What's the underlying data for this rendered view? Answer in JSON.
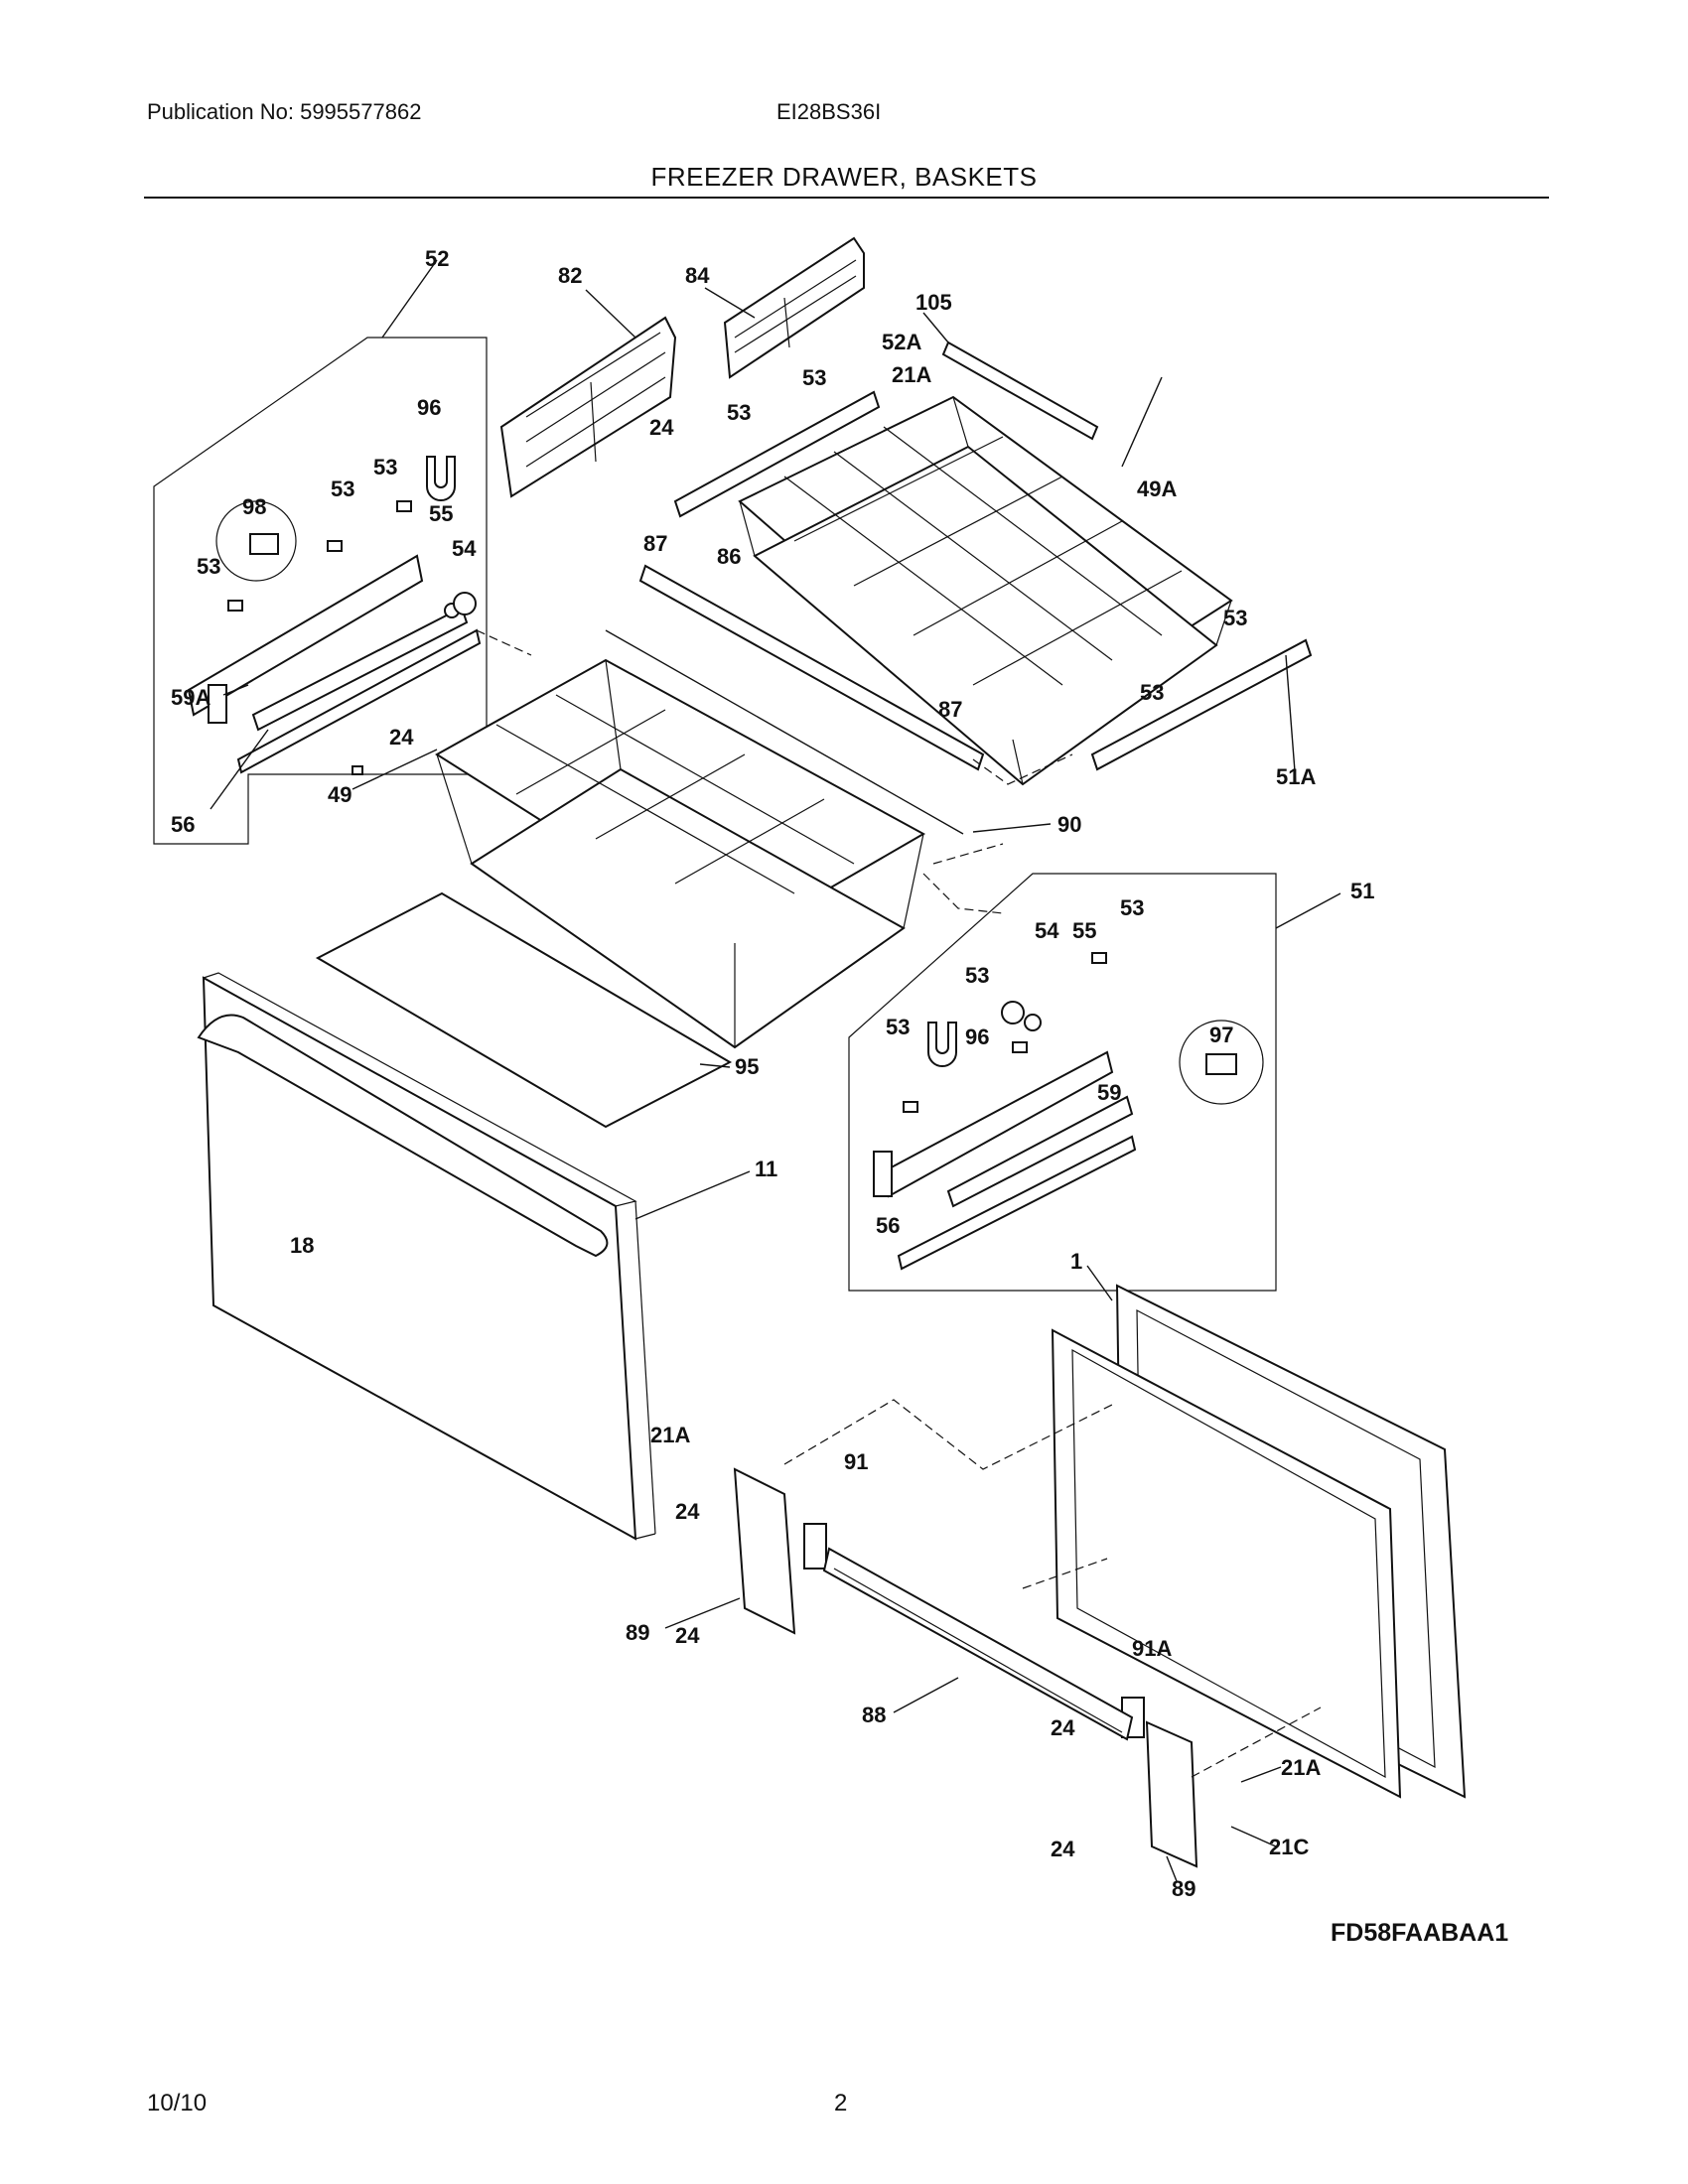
{
  "header": {
    "publication": "Publication No: 5995577862",
    "model": "EI28BS36I",
    "title": "FREEZER DRAWER, BASKETS"
  },
  "footer": {
    "date": "10/10",
    "page": "2"
  },
  "diagram": {
    "code": "FD58FAABAA1",
    "callouts": [
      "52",
      "82",
      "84",
      "105",
      "52A",
      "21A",
      "53",
      "24",
      "96",
      "98",
      "55",
      "54",
      "49A",
      "87",
      "86",
      "59A",
      "56",
      "49",
      "90",
      "51A",
      "51",
      "97",
      "95",
      "59",
      "11",
      "18",
      "1",
      "91",
      "89",
      "88",
      "91A",
      "21C"
    ]
  }
}
